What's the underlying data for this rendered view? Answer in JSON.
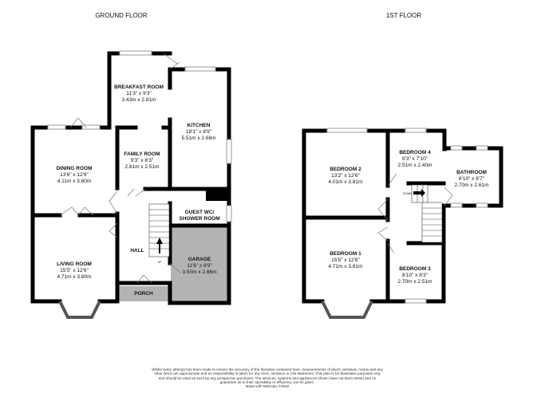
{
  "ground_floor": {
    "title": "GROUND FLOOR",
    "rooms": [
      {
        "name": "BREAKFAST ROOM",
        "imperial": "11'3\" x 9'3\"",
        "metric": "3.43m x 2.81m"
      },
      {
        "name": "KITCHEN",
        "imperial": "18'1\" x 8'9\"",
        "metric": "5.51m x 2.66m"
      },
      {
        "name": "DINING ROOM",
        "imperial": "13'6\" x 12'6\"",
        "metric": "4.11m x 3.80m"
      },
      {
        "name": "FAMILY ROOM",
        "imperial": "9'3\" x 8'3\"",
        "metric": "2.81m x 2.51m"
      },
      {
        "name": "GUEST WC/",
        "imperial": "SHOWER ROOM",
        "metric": ""
      },
      {
        "name": "LIVING ROOM",
        "imperial": "15'5\" x 12'6\"",
        "metric": "4.71m x 3.80m"
      },
      {
        "name": "HALL",
        "imperial": "",
        "metric": ""
      },
      {
        "name": "GARAGE",
        "imperial": "11'6\" x 8'9\"",
        "metric": "3.50m x 2.66m"
      },
      {
        "name": "PORCH",
        "imperial": "",
        "metric": ""
      }
    ],
    "stairs_label": "UP"
  },
  "first_floor": {
    "title": "1ST FLOOR",
    "rooms": [
      {
        "name": "BEDROOM 2",
        "imperial": "13'2\" x 12'6\"",
        "metric": "4.01m x 3.81m"
      },
      {
        "name": "BEDROOM 4",
        "imperial": "8'3\" x 7'10\"",
        "metric": "2.51m x 2.40m"
      },
      {
        "name": "BATHROOM",
        "imperial": "8'10\" x 8'7\"",
        "metric": "2.70m x 2.61m"
      },
      {
        "name": "BEDROOM 1",
        "imperial": "15'5\" x 12'6\"",
        "metric": "4.71m x 3.81m"
      },
      {
        "name": "BEDROOM 3",
        "imperial": "8'10\" x 8'3\"",
        "metric": "2.70m x 2.51m"
      }
    ],
    "stairs_label": "DOWN"
  },
  "colors": {
    "wall": "#000000",
    "garage_fill": "#b3b3b3",
    "porch_fill": "#b3b3b3"
  },
  "disclaimer": "Whilst every attempt has been made to ensure the accuracy of the floorplan contained here, measurements of doors, windows, rooms and any other items are approximate and no responsibility is taken for any error, omission or mis-statement. This plan is for illustrative purposes only and should be used as such by any prospective purchaser. The services, systems and appliances shown have not been tested and no guarantee as to their operability or efficiency can be given.",
  "made_with": "Made with Metropix ©2022"
}
